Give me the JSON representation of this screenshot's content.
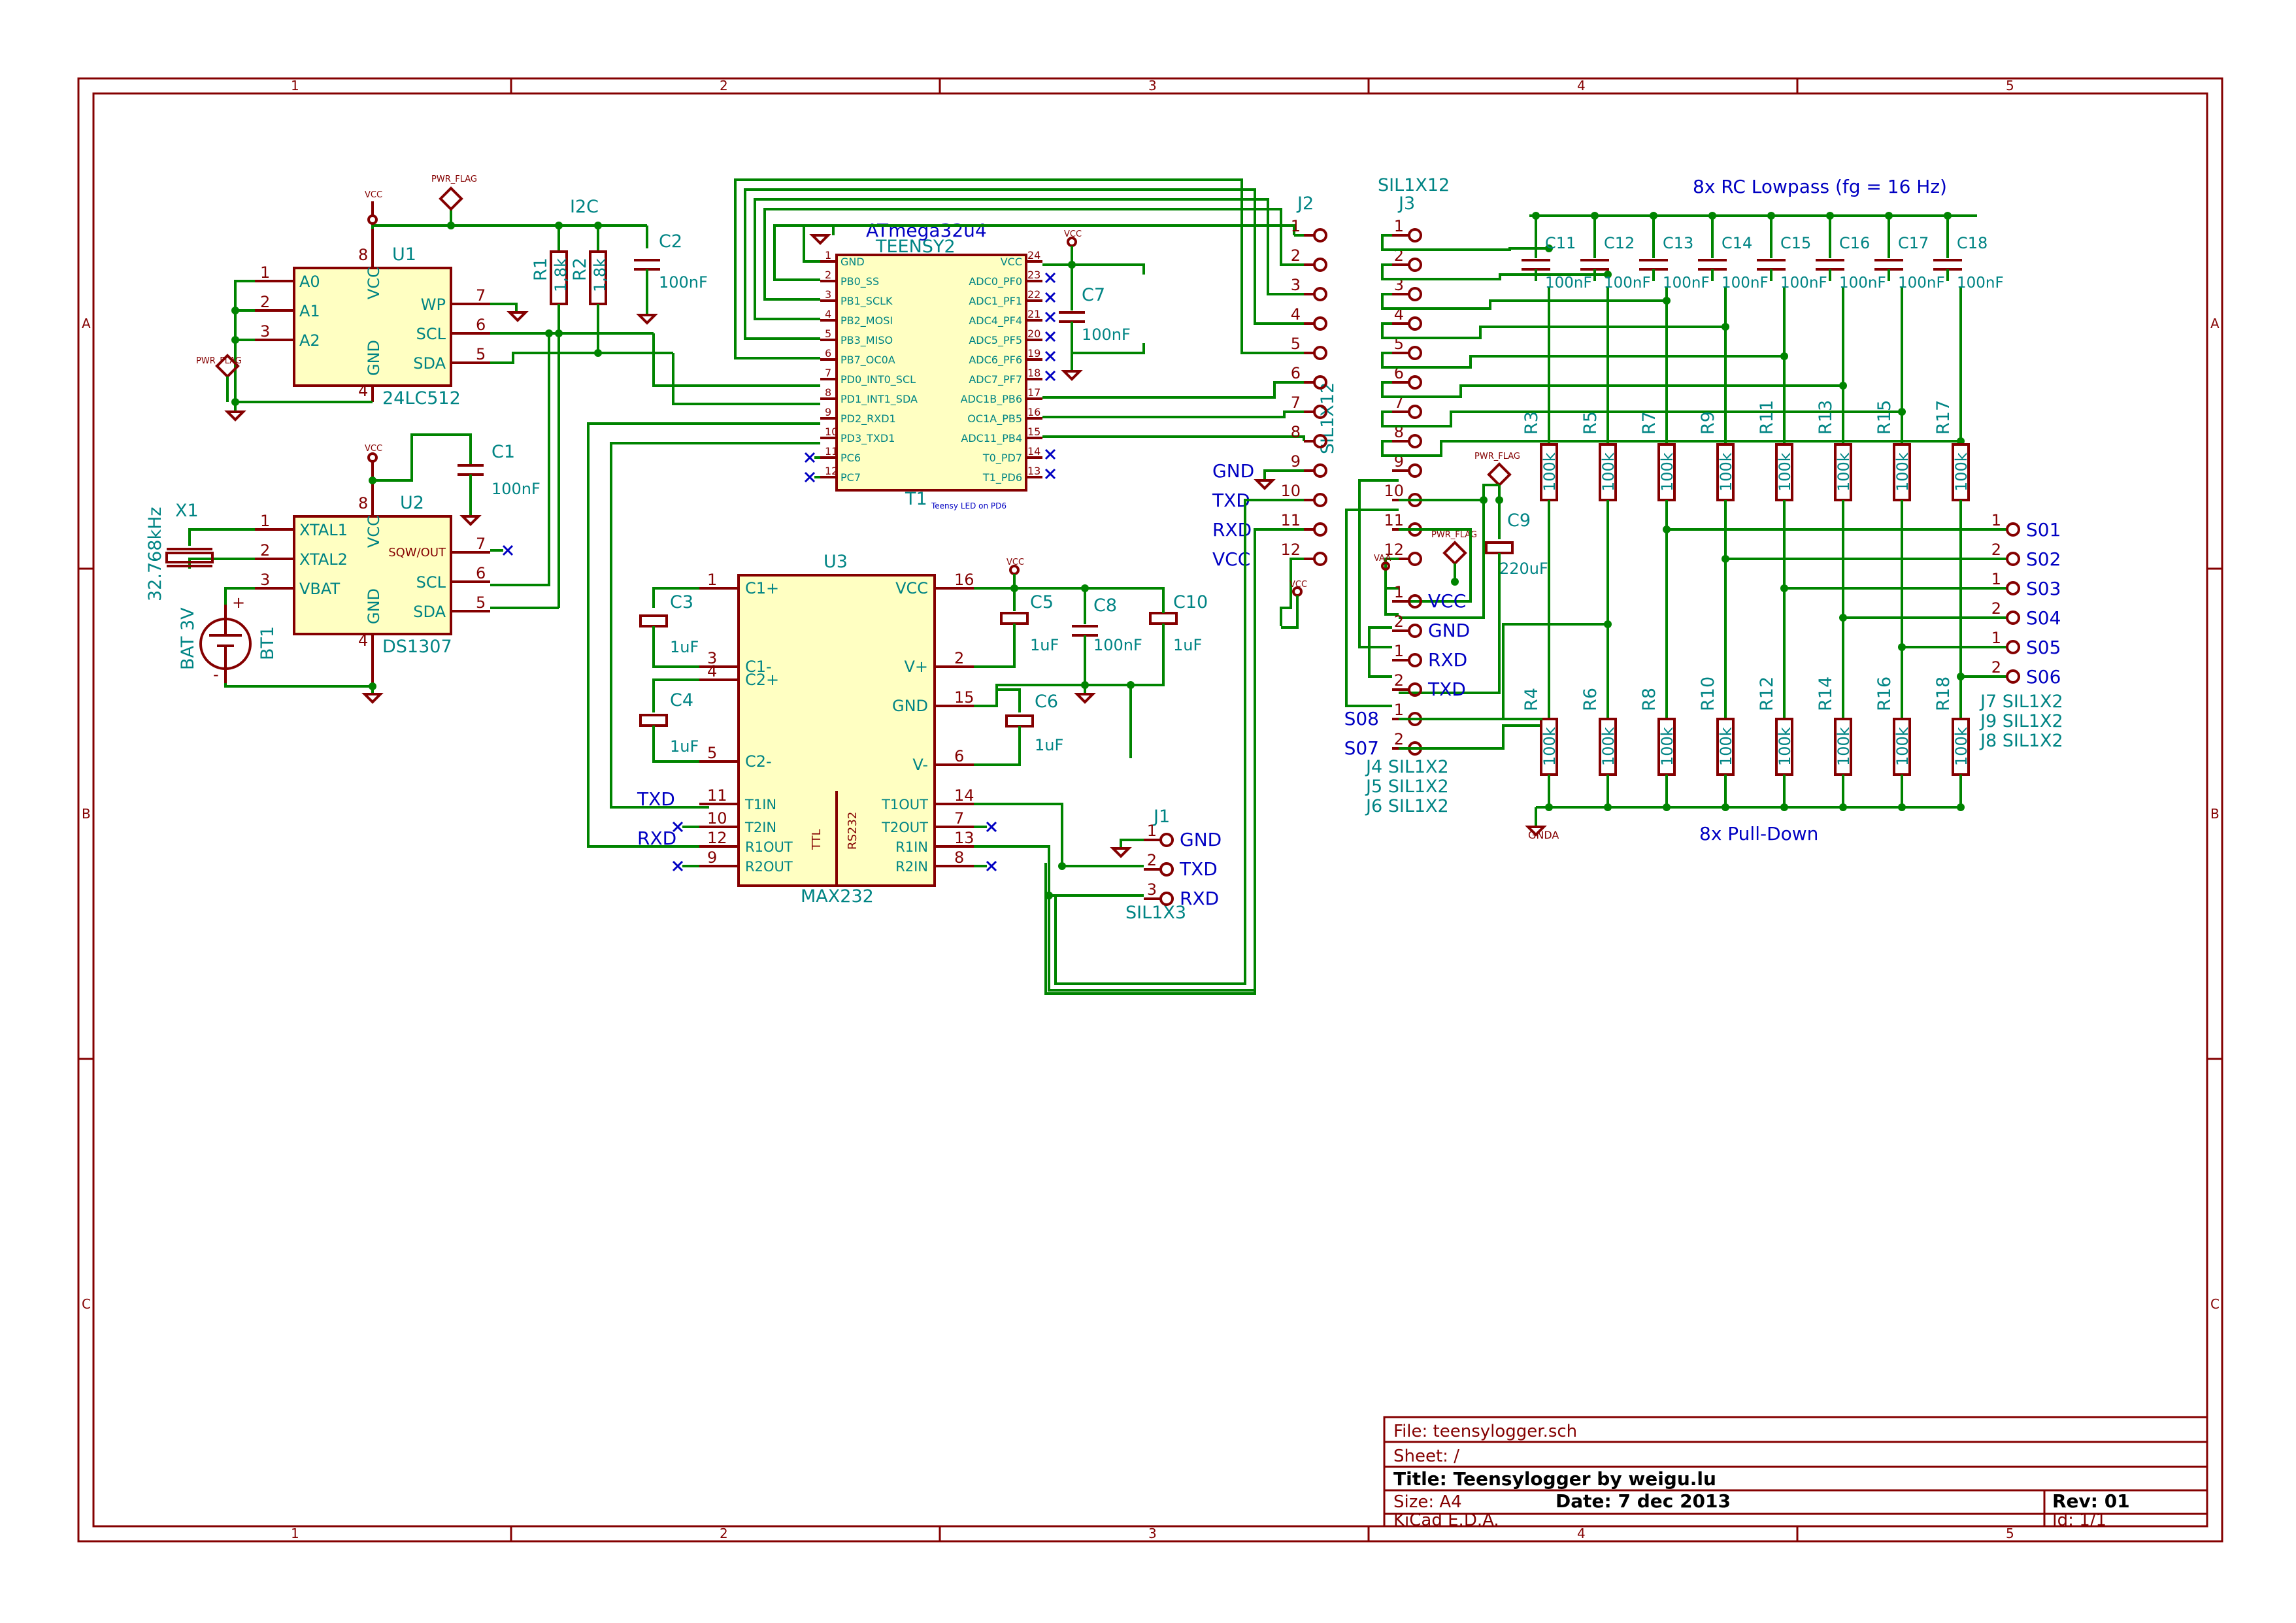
{
  "title_block": {
    "file": "File: teensylogger.sch",
    "sheet": "Sheet: /",
    "title": "Title: Teensylogger by weigu.lu",
    "size": "Size: A4",
    "date": "Date: 7 dec 2013",
    "rev": "Rev: 01",
    "tool": "KiCad E.D.A.",
    "id": "Id: 1/1"
  },
  "border": {
    "columns": [
      "1",
      "2",
      "3",
      "4",
      "5"
    ],
    "rows": [
      "A",
      "B",
      "C"
    ]
  },
  "u1": {
    "ref": "U1",
    "value": "24LC512",
    "pins_left": [
      {
        "num": "1",
        "name": "A0"
      },
      {
        "num": "2",
        "name": "A1"
      },
      {
        "num": "3",
        "name": "A2"
      }
    ],
    "pins_right": [
      {
        "num": "7",
        "name": "WP"
      },
      {
        "num": "6",
        "name": "SCL"
      },
      {
        "num": "5",
        "name": "SDA"
      }
    ],
    "pin_vcc": {
      "num": "8",
      "name": "VCC"
    },
    "pin_gnd": {
      "num": "4",
      "name": "GND"
    }
  },
  "i2c": {
    "label": "I2C",
    "r1": {
      "ref": "R1",
      "value": "1,8k"
    },
    "r2": {
      "ref": "R2",
      "value": "1,8k"
    },
    "c2": {
      "ref": "C2",
      "value": "100nF"
    }
  },
  "u2": {
    "ref": "U2",
    "value": "DS1307",
    "pins_left": [
      {
        "num": "1",
        "name": "XTAL1"
      },
      {
        "num": "2",
        "name": "XTAL2"
      },
      {
        "num": "3",
        "name": "VBAT"
      }
    ],
    "pins_right": [
      {
        "num": "7",
        "name": "SQW/OUT"
      },
      {
        "num": "6",
        "name": "SCL"
      },
      {
        "num": "5",
        "name": "SDA"
      }
    ],
    "pin_vcc": {
      "num": "8",
      "name": "VCC"
    },
    "pin_gnd": {
      "num": "4",
      "name": "GND"
    }
  },
  "c1": {
    "ref": "C1",
    "value": "100nF"
  },
  "x1": {
    "ref": "X1",
    "value": "32.768kHz"
  },
  "bt1": {
    "ref": "BT1",
    "value": "BAT 3V"
  },
  "flags": {
    "pwr_flag": "PWR_FLAG",
    "vcc": "VCC",
    "vaa": "VAA"
  },
  "t1": {
    "ref": "T1",
    "value": "TEENSY2",
    "chip": "ATmega32u4",
    "note": "Teensy LED on PD6",
    "pins_left": [
      {
        "num": "1",
        "name": "GND"
      },
      {
        "num": "2",
        "name": "PB0_SS"
      },
      {
        "num": "3",
        "name": "PB1_SCLK"
      },
      {
        "num": "4",
        "name": "PB2_MOSI"
      },
      {
        "num": "5",
        "name": "PB3_MISO"
      },
      {
        "num": "6",
        "name": "PB7_OC0A"
      },
      {
        "num": "7",
        "name": "PD0_INT0_SCL"
      },
      {
        "num": "8",
        "name": "PD1_INT1_SDA"
      },
      {
        "num": "9",
        "name": "PD2_RXD1"
      },
      {
        "num": "10",
        "name": "PD3_TXD1"
      },
      {
        "num": "11",
        "name": "PC6"
      },
      {
        "num": "12",
        "name": "PC7"
      }
    ],
    "pins_right": [
      {
        "num": "24",
        "name": "VCC"
      },
      {
        "num": "23",
        "name": "ADC0_PF0"
      },
      {
        "num": "22",
        "name": "ADC1_PF1"
      },
      {
        "num": "21",
        "name": "ADC4_PF4"
      },
      {
        "num": "20",
        "name": "ADC5_PF5"
      },
      {
        "num": "19",
        "name": "ADC6_PF6"
      },
      {
        "num": "18",
        "name": "ADC7_PF7"
      },
      {
        "num": "17",
        "name": "ADC1B_PB6"
      },
      {
        "num": "16",
        "name": "OC1A_PB5"
      },
      {
        "num": "15",
        "name": "ADC11_PB4"
      },
      {
        "num": "14",
        "name": "T0_PD7"
      },
      {
        "num": "13",
        "name": "T1_PD6"
      }
    ]
  },
  "c7": {
    "ref": "C7",
    "value": "100nF"
  },
  "j2": {
    "ref": "J2",
    "value": "SIL1X12",
    "pins": [
      "1",
      "2",
      "3",
      "4",
      "5",
      "6",
      "7",
      "8",
      "9",
      "10",
      "11",
      "12"
    ],
    "nets": [
      "GND",
      "TXD",
      "RXD",
      "VCC"
    ]
  },
  "j3": {
    "ref": "J3",
    "value": "SIL1X12",
    "pins": [
      "1",
      "2",
      "3",
      "4",
      "5",
      "6",
      "7",
      "8",
      "9",
      "10",
      "11",
      "12"
    ]
  },
  "u3": {
    "ref": "U3",
    "value": "MAX232",
    "ttl": "TTL",
    "rs232": "RS232",
    "pins_left": [
      {
        "num": "1",
        "name": "C1+"
      },
      {
        "num": "3",
        "name": "C1-"
      },
      {
        "num": "4",
        "name": "C2+"
      },
      {
        "num": "5",
        "name": "C2-"
      },
      {
        "num": "11",
        "name": "T1IN"
      },
      {
        "num": "10",
        "name": "T2IN"
      },
      {
        "num": "12",
        "name": "R1OUT"
      },
      {
        "num": "9",
        "name": "R2OUT"
      }
    ],
    "pins_right": [
      {
        "num": "16",
        "name": "VCC"
      },
      {
        "num": "2",
        "name": "V+"
      },
      {
        "num": "15",
        "name": "GND"
      },
      {
        "num": "6",
        "name": "V-"
      },
      {
        "num": "14",
        "name": "T1OUT"
      },
      {
        "num": "7",
        "name": "T2OUT"
      },
      {
        "num": "13",
        "name": "R1IN"
      },
      {
        "num": "8",
        "name": "R2IN"
      }
    ],
    "net_txd": "TXD",
    "net_rxd": "RXD"
  },
  "u3_caps": [
    {
      "ref": "C3",
      "value": "1uF"
    },
    {
      "ref": "C4",
      "value": "1uF"
    },
    {
      "ref": "C5",
      "value": "1uF"
    },
    {
      "ref": "C8",
      "value": "100nF"
    },
    {
      "ref": "C10",
      "value": "1uF"
    },
    {
      "ref": "C6",
      "value": "1uF"
    }
  ],
  "j1": {
    "ref": "J1",
    "value": "SIL1X3",
    "pins": [
      "1",
      "2",
      "3"
    ],
    "nets": [
      "GND",
      "TXD",
      "RXD"
    ]
  },
  "c9": {
    "ref": "C9",
    "value": "220uF"
  },
  "pwr_conn": {
    "pins": [
      "1",
      "2",
      "1",
      "2"
    ],
    "nets": [
      "VCC",
      "GND",
      "RXD",
      "TXD"
    ]
  },
  "s07s08": {
    "pins": [
      "1",
      "2"
    ],
    "nets": [
      "S08",
      "S07"
    ],
    "refs": [
      "J4 SIL1X2",
      "J5 SIL1X2",
      "J6 SIL1X2"
    ]
  },
  "rc": {
    "title": "8x RC Lowpass (fg = 16 Hz)",
    "caps": [
      {
        "ref": "C11",
        "value": "100nF"
      },
      {
        "ref": "C12",
        "value": "100nF"
      },
      {
        "ref": "C13",
        "value": "100nF"
      },
      {
        "ref": "C14",
        "value": "100nF"
      },
      {
        "ref": "C15",
        "value": "100nF"
      },
      {
        "ref": "C16",
        "value": "100nF"
      },
      {
        "ref": "C17",
        "value": "100nF"
      },
      {
        "ref": "C18",
        "value": "100nF"
      }
    ],
    "res_top": [
      {
        "ref": "R3",
        "value": "100k"
      },
      {
        "ref": "R5",
        "value": "100k"
      },
      {
        "ref": "R7",
        "value": "100k"
      },
      {
        "ref": "R9",
        "value": "100k"
      },
      {
        "ref": "R11",
        "value": "100k"
      },
      {
        "ref": "R13",
        "value": "100k"
      },
      {
        "ref": "R15",
        "value": "100k"
      },
      {
        "ref": "R17",
        "value": "100k"
      }
    ],
    "res_bottom": [
      {
        "ref": "R4",
        "value": "100k"
      },
      {
        "ref": "R6",
        "value": "100k"
      },
      {
        "ref": "R8",
        "value": "100k"
      },
      {
        "ref": "R10",
        "value": "100k"
      },
      {
        "ref": "R12",
        "value": "100k"
      },
      {
        "ref": "R14",
        "value": "100k"
      },
      {
        "ref": "R16",
        "value": "100k"
      },
      {
        "ref": "R18",
        "value": "100k"
      }
    ],
    "pulldown": "8x Pull-Down",
    "gnda": "GNDA",
    "sensors": [
      {
        "num": "1",
        "net": "S01"
      },
      {
        "num": "2",
        "net": "S02"
      },
      {
        "num": "1",
        "net": "S03"
      },
      {
        "num": "2",
        "net": "S04"
      },
      {
        "num": "1",
        "net": "S05"
      },
      {
        "num": "2",
        "net": "S06"
      }
    ],
    "sensor_refs": [
      "J7 SIL1X2",
      "J9 SIL1X2",
      "J8 SIL1X2"
    ]
  }
}
